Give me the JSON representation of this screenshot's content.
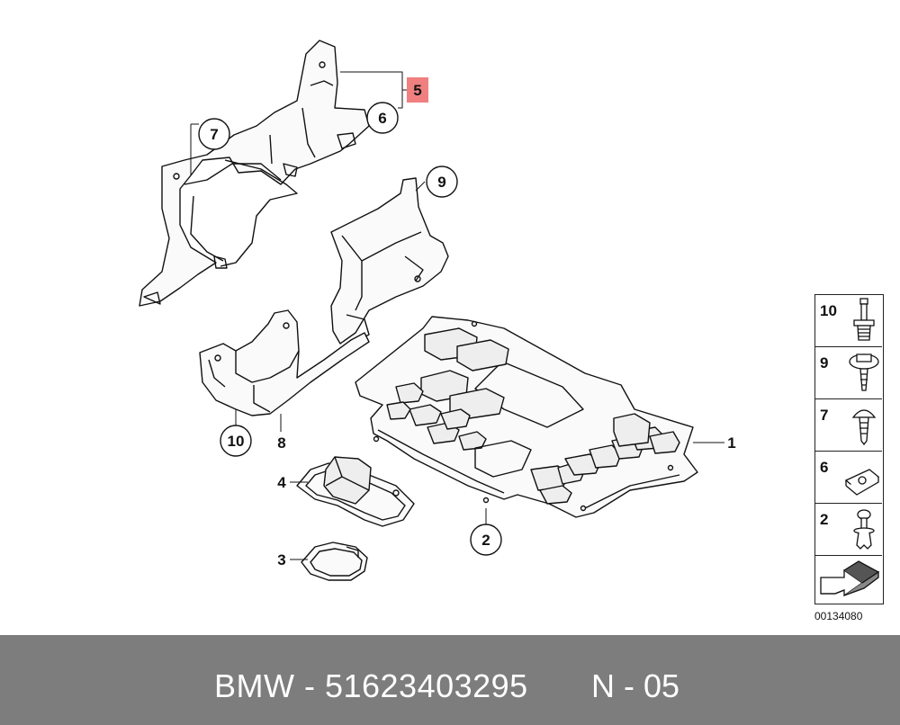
{
  "callouts": {
    "c1": "1",
    "c2": "2",
    "c3": "3",
    "c4": "4",
    "c5": "5",
    "c6": "6",
    "c7": "7",
    "c8": "8",
    "c9": "9",
    "c10": "10"
  },
  "highlight_color": "#f08080",
  "legend": {
    "items": [
      {
        "num": "10",
        "icon": "bolt-icon"
      },
      {
        "num": "9",
        "icon": "washer-screw-icon"
      },
      {
        "num": "7",
        "icon": "screw-icon"
      },
      {
        "num": "6",
        "icon": "clip-nut-icon"
      },
      {
        "num": "2",
        "icon": "expanding-rivet-icon"
      }
    ],
    "arrow_icon": "direction-arrow-icon"
  },
  "reference": "00134080",
  "footer": {
    "title": "BMW - 51623403295",
    "code": "N - 05"
  }
}
